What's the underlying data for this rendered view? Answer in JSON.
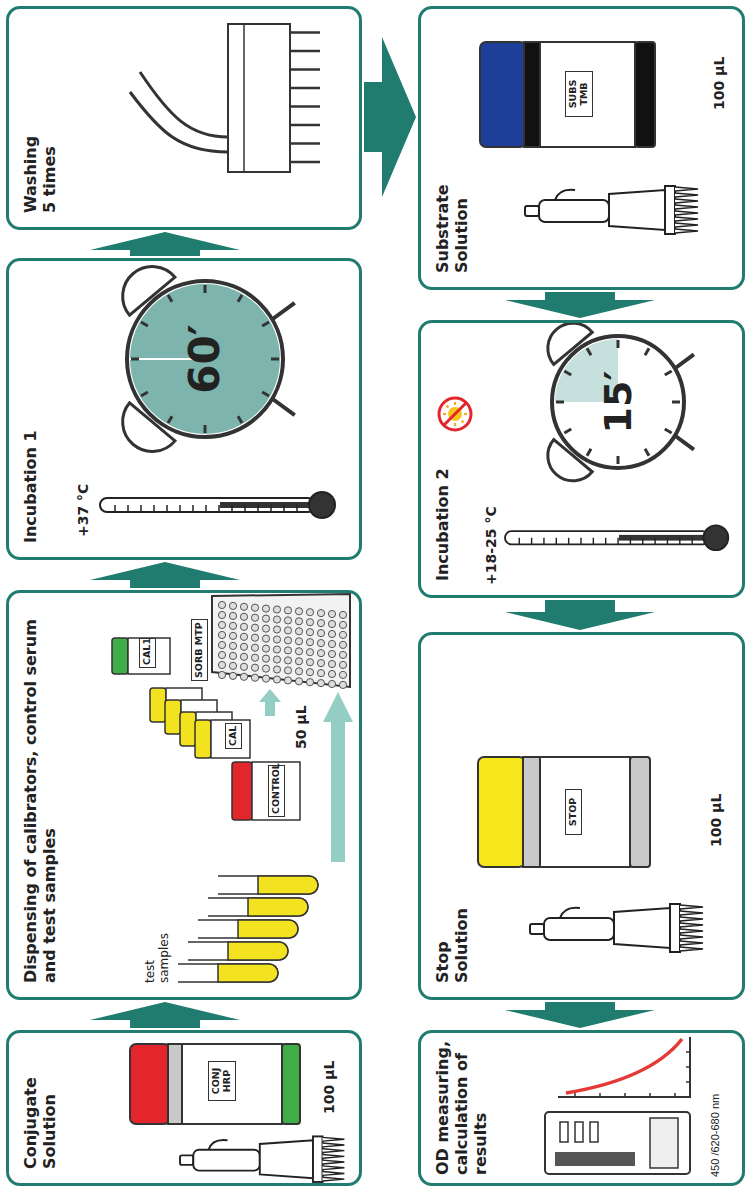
{
  "diagram": {
    "nodes": [
      {
        "text": [
          "Conjugate Solution",
          "CONJ HRP",
          "100 µL"
        ]
      },
      {
        "text": [
          "Dispensing of calibrators, control serum and test samples",
          "test samples",
          "CONTROL",
          "CAL",
          "CAL1",
          "SORB MTP",
          "50 µL"
        ]
      },
      {
        "text": [
          "Incubation 1",
          "+37 °C",
          "60′"
        ]
      },
      {
        "text": [
          "Washing 5 times"
        ]
      },
      {
        "text": [
          "Substrate Solution",
          "SUBS TMB",
          "100 µL"
        ]
      },
      {
        "text": [
          "Incubation 2",
          "+18-25 °C",
          "15′"
        ]
      },
      {
        "text": [
          "Stop Solution",
          "STOP",
          "100 µL"
        ]
      },
      {
        "text": [
          "OD measuring, calculation of results",
          "450 /620-680 nm"
        ]
      }
    ],
    "edges": [
      {
        "from": 0,
        "to": 1,
        "arrow": "to"
      },
      {
        "from": 1,
        "to": 2,
        "arrow": "to"
      },
      {
        "from": 2,
        "to": 3,
        "arrow": "to"
      },
      {
        "from": 3,
        "to": 4,
        "arrow": "to"
      },
      {
        "from": 4,
        "to": 5,
        "arrow": "to"
      },
      {
        "from": 5,
        "to": 6,
        "arrow": "to"
      },
      {
        "from": 6,
        "to": 7,
        "arrow": "to"
      }
    ]
  }
}
